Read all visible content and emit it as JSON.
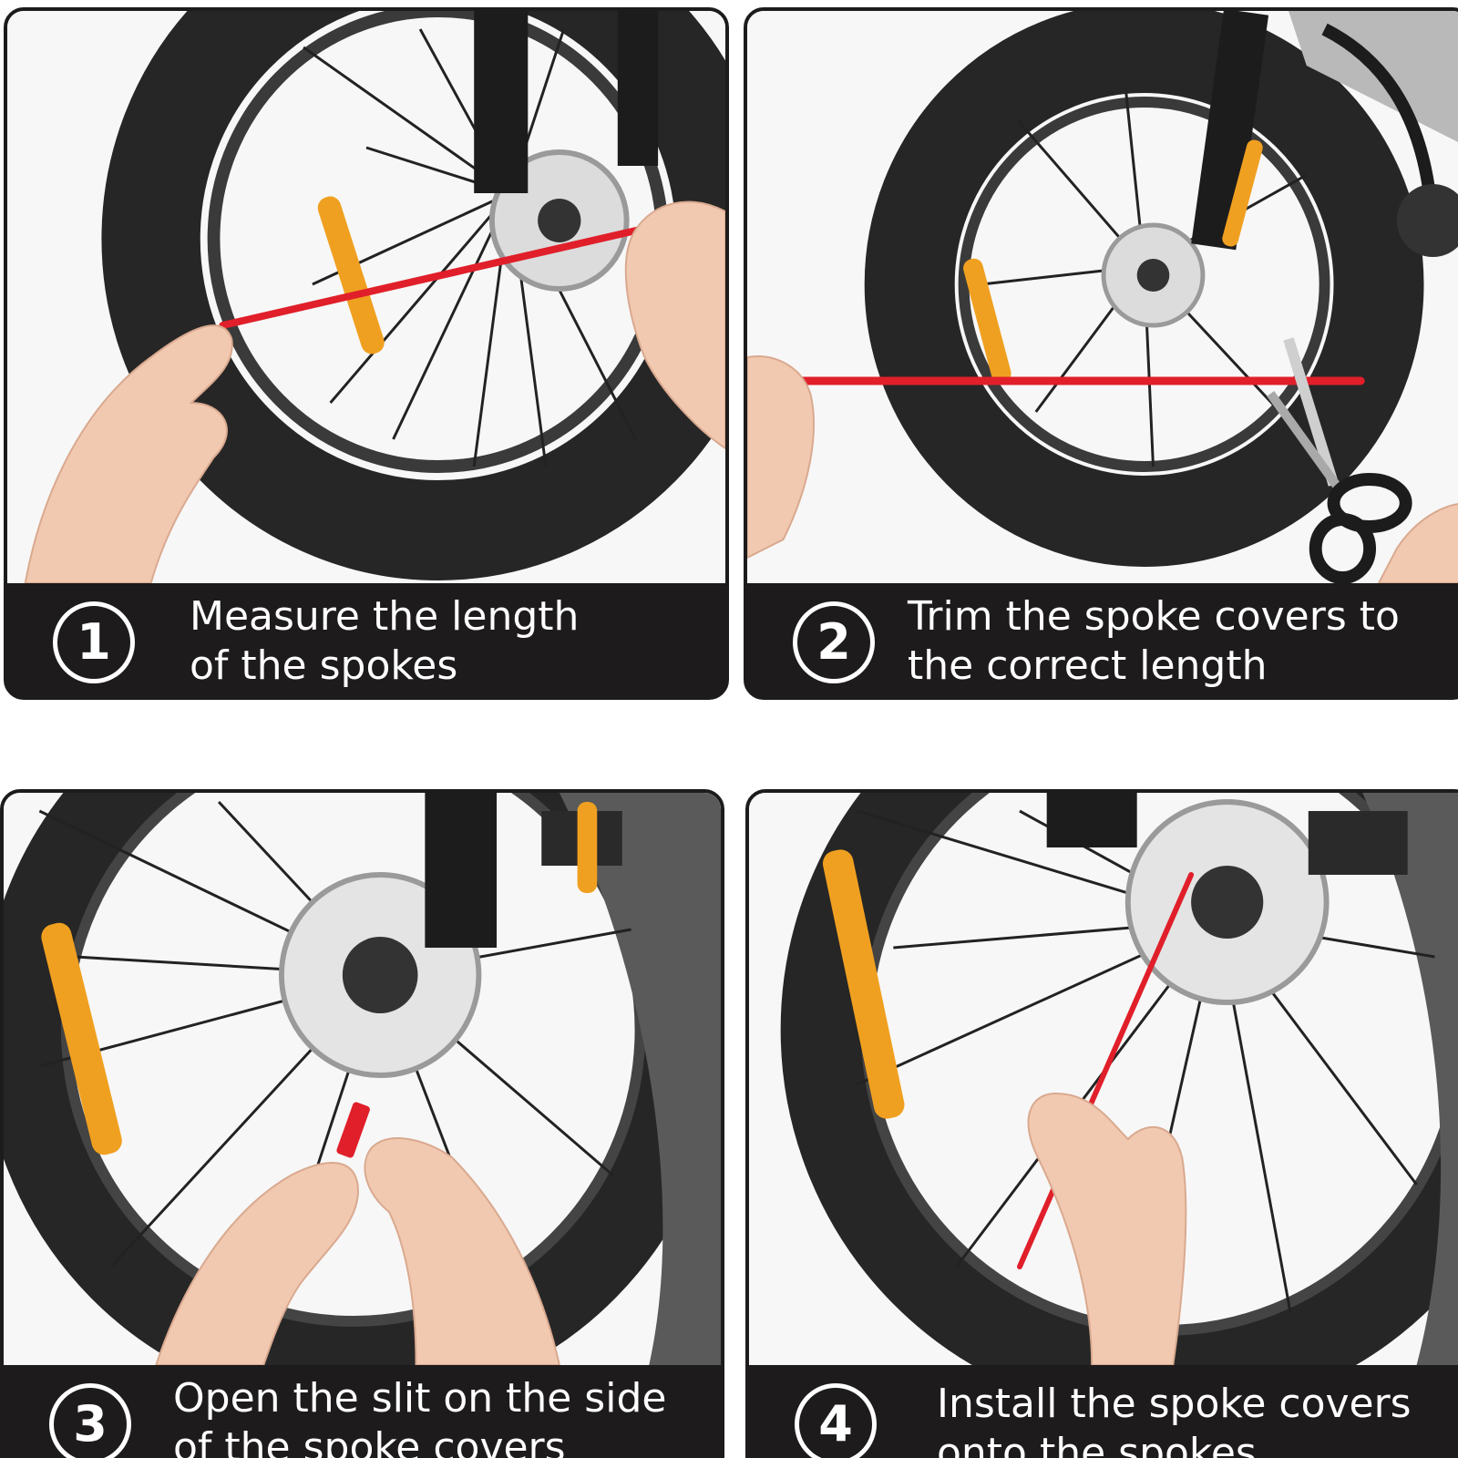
{
  "steps": [
    {
      "number": "1",
      "text": "Measure the length\nof the spokes"
    },
    {
      "number": "2",
      "text": "Trim the spoke covers to\nthe correct length"
    },
    {
      "number": "3",
      "text": "Open the slit on the side\nof the spoke covers"
    },
    {
      "number": "4",
      "text": "Install the spoke covers\nonto the spokes"
    }
  ],
  "colors": {
    "caption_bg": "#1d1b1b",
    "caption_text": "#ffffff",
    "tire": "#262626",
    "spoke_cover": "#e01f2a",
    "reflector": "#f0a020",
    "skin": "#f1c9b0"
  }
}
